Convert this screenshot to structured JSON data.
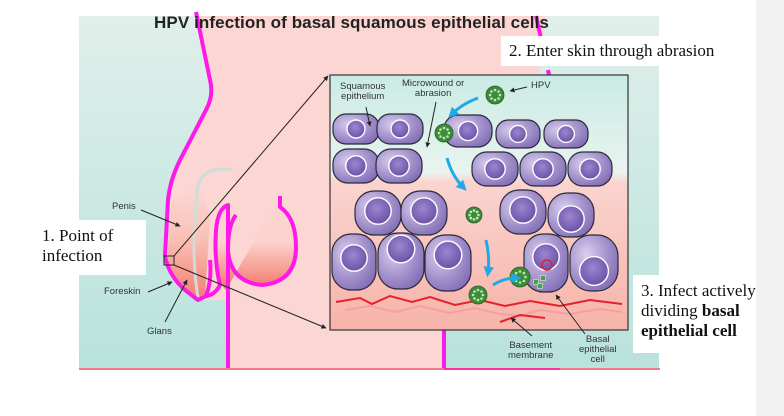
{
  "figure": {
    "title": "HPV infection of basal squamous epithelial cells",
    "colors": {
      "background_left": "#bfe3de",
      "background_right": "#fbd6d2",
      "skin_outline": "#ff19e8",
      "cell_fill": "#9a86c4",
      "cell_nucleus": "#7d66b8",
      "virus": "#3c8c3c",
      "arrow": "#1ea9e8",
      "basement_membrane": "#e8202c"
    },
    "anatomy_labels": {
      "penis": "Penis",
      "foreskin": "Foreskin",
      "glans": "Glans"
    },
    "inset_labels": {
      "squamous_line1": "Squamous",
      "squamous_line2": "epithelium",
      "microwound_line1": "Microwound or",
      "microwound_line2": "abrasion",
      "hpv": "HPV",
      "basement_line1": "Basement",
      "basement_line2": "membrane",
      "basal_line1": "Basal",
      "basal_line2": "epithelial",
      "basal_line3": "cell"
    }
  },
  "callouts": {
    "step1_line1": "1. Point of",
    "step1_line2": "infection",
    "step2": "2. Enter skin through abrasion",
    "step3_line1": "3. Infect actively",
    "step3_line2_plain": "dividing ",
    "step3_line2_bold": "basal",
    "step3_line3_bold": "epithelial cell"
  }
}
